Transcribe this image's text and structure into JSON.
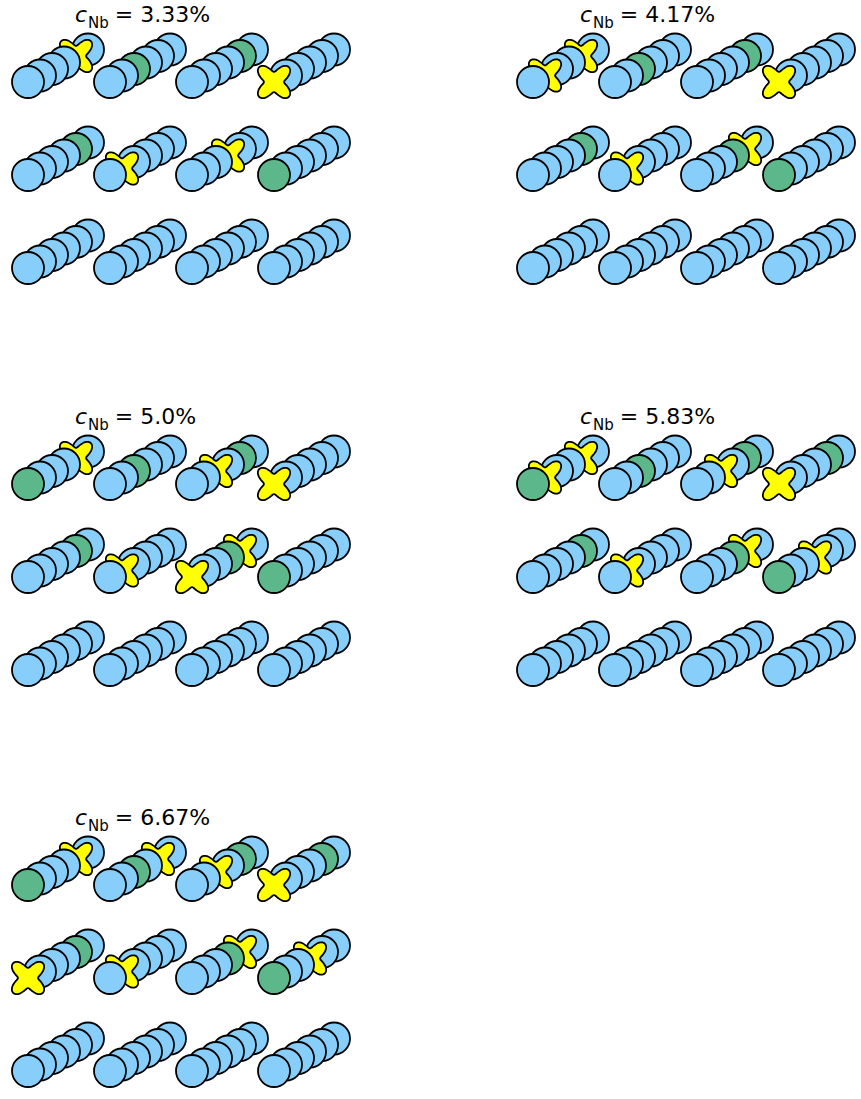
{
  "diagram": {
    "labels": [
      "c",
      "Nb",
      "= 3.33%",
      "c",
      "Nb",
      "= 4.17%",
      "c",
      "Nb",
      "= 5.0%",
      "c",
      "Nb",
      "= 5.83%",
      "c",
      "Nb",
      "= 6.67%"
    ]
  }
}
